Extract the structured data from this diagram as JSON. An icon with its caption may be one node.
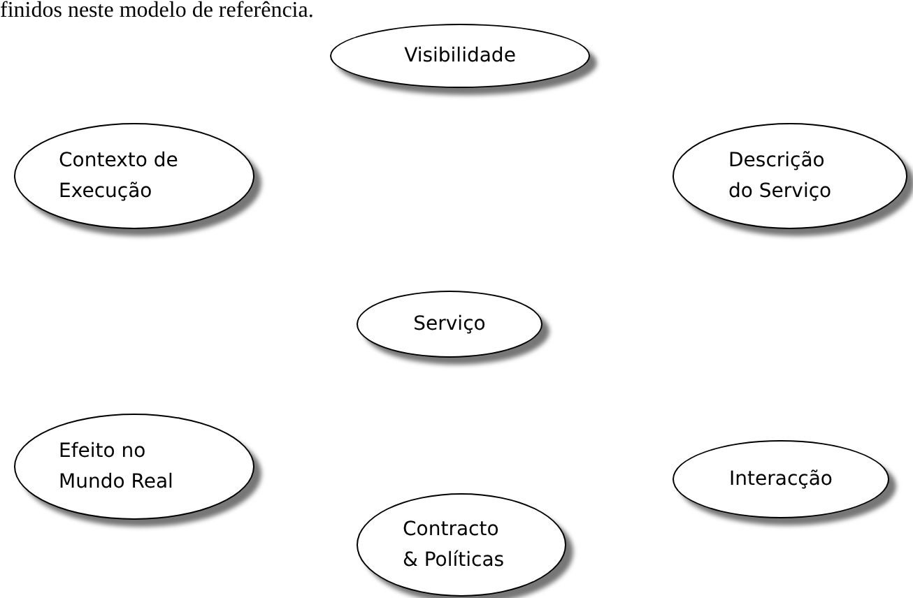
{
  "diagram": {
    "nodes": [
      {
        "text": [
          "Visibilidade"
        ]
      },
      {
        "text": [
          "Contexto de Execução"
        ]
      },
      {
        "text": [
          "Descrição do Serviço"
        ]
      },
      {
        "text": [
          "Serviço"
        ]
      },
      {
        "text": [
          "Efeito no Mundo Real"
        ]
      },
      {
        "text": [
          "Interacção"
        ]
      },
      {
        "text": [
          "Contracto & Políticas"
        ]
      }
    ],
    "edges": [],
    "labels": [
      "finidos neste modelo de referência."
    ]
  }
}
